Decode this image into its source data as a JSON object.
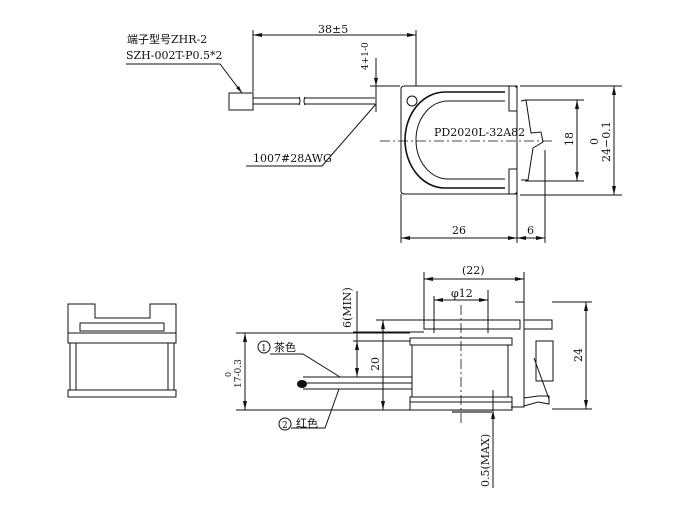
{
  "top_view": {
    "connector_label_1": "端子型号ZHR-2",
    "connector_label_2": "SZH-002T-P0.5*2",
    "dim_cable_length": "38±5",
    "dim_wire_offset": "4+1-0",
    "wire_label": "1007#28AWG",
    "part_number": "PD2020L-32A82",
    "dim_inner_height": "18",
    "dim_height_tol_upper": "0",
    "dim_height": "24−0.1",
    "dim_body_length": "26",
    "dim_tab_length": "6"
  },
  "side_view": {
    "dim_overall": "(22)",
    "dim_diameter": "φ12",
    "dim_min_clearance": "6(MIN)",
    "dim_height_tol": "0",
    "dim_wire_height": "17-0.3",
    "dim_20": "20",
    "dim_24": "24",
    "dim_max": "0.5(MAX)",
    "wire_1_num": "1",
    "wire_1_color": "茶色",
    "wire_2_num": "2",
    "wire_2_color": "红色"
  }
}
